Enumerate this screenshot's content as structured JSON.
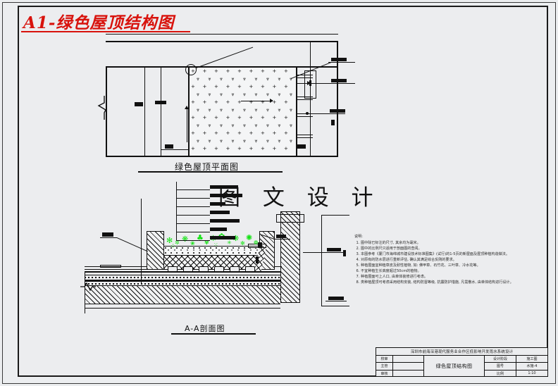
{
  "sheet": {
    "title": "A1-绿色屋顶结构图",
    "watermark": "图 文 设 计"
  },
  "plan_view": {
    "caption": "绿色屋顶平面图",
    "detail_marker": "1"
  },
  "section_view": {
    "caption": "A-A剖面图"
  },
  "notes": {
    "heading": "说明:",
    "items": [
      "图中除已标注的尺寸, 其余均为毫米。",
      "图中的比例尺只适用于剖面图的查阅。",
      "本图参考《厦门市海绵城市建设技术标准图集》(试行)的1-5页的新屋面及屋顶种植构造做法。",
      "对原有的防水层进行重新评估, 确认其满足综合反刚的要求。",
      "种植屋面宜种植草皮及耐性植物, 如: 佛甲草、石竹花、三叶草、冷水花等。",
      "不宜种植生长高度超过50cm的植物。",
      "种植屋面可上人口, 由单体装修进行考虑。",
      "类种植屋顶可考虑采用结构安装, 结构防雷等级, 抗震防护措施, 凡需散水, 由单体结构进行设计。"
    ]
  },
  "title_block": {
    "project": "深圳市前海深港现代服务业合作区低影响开发雨水系统设计",
    "drawing_name": "绿色屋顶结构图",
    "left_rows": [
      {
        "key": "校审"
      },
      {
        "key": "主管"
      },
      {
        "key": "审核"
      }
    ],
    "right_rows": [
      {
        "key": "设计阶段",
        "value": "施工图"
      },
      {
        "key": "图号",
        "value": "水施-4"
      },
      {
        "key": "比例",
        "value": "1:10"
      }
    ]
  },
  "colors": {
    "title_red": "#d8120c",
    "vegetation_green": "#13e213",
    "line_black": "#111111",
    "paper": "#ecedef"
  }
}
